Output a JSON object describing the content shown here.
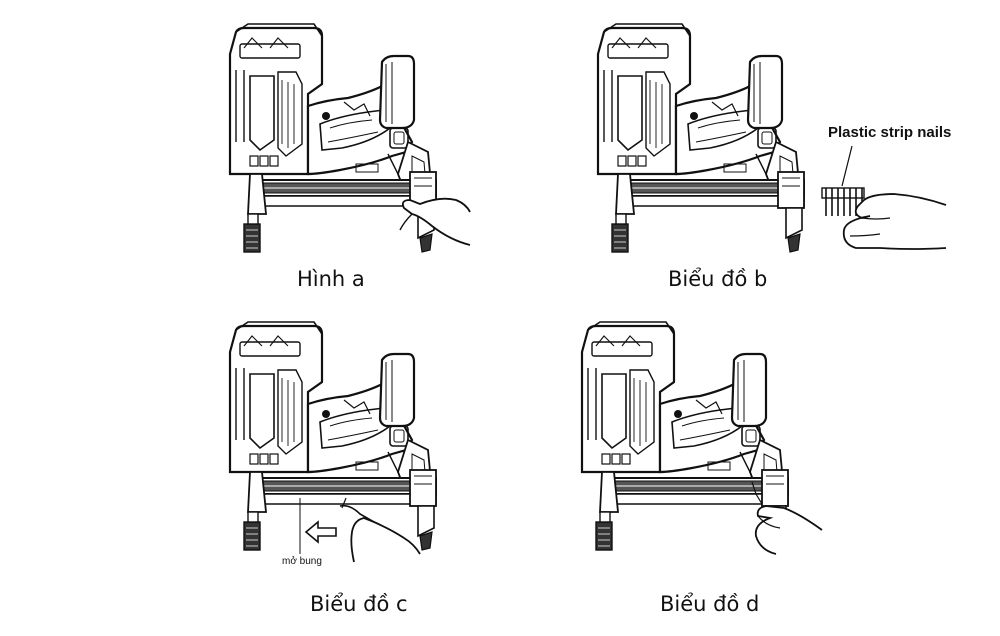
{
  "figure": {
    "panels": [
      {
        "id": "a",
        "caption": "Hình a"
      },
      {
        "id": "b",
        "caption": "Biểu đồ b",
        "callout": "Plastic strip nails"
      },
      {
        "id": "c",
        "caption": "Biểu đồ c",
        "label": "mở bung"
      },
      {
        "id": "d",
        "caption": "Biểu đồ d"
      }
    ],
    "colors": {
      "ink": "#111111",
      "background": "#ffffff"
    }
  }
}
